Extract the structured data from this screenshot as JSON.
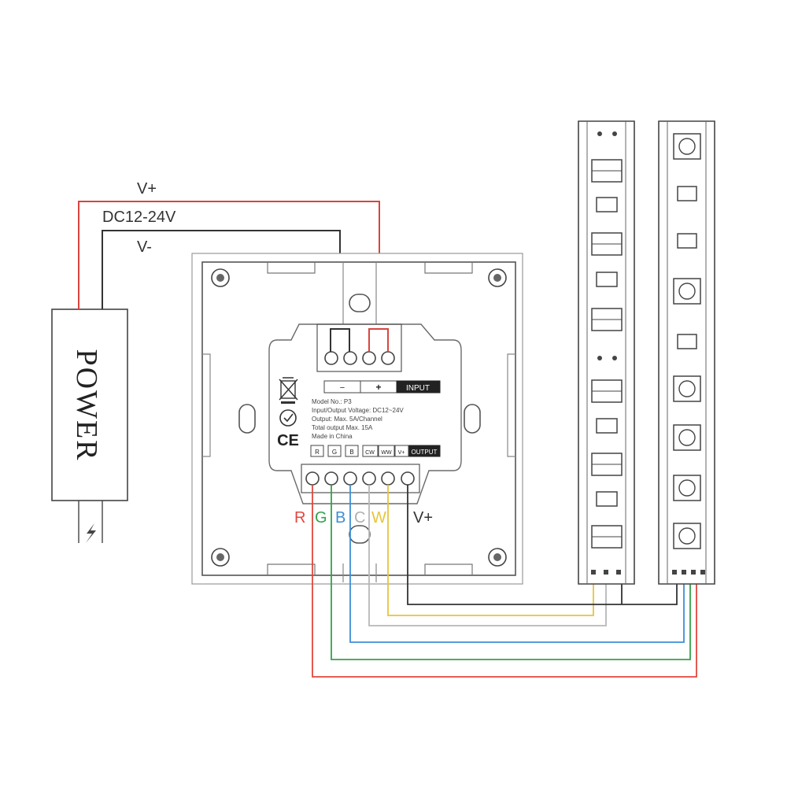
{
  "power_supply": {
    "label": "POWER",
    "wire_labels": {
      "positive": "V+",
      "voltage": "DC12-24V",
      "negative": "V-"
    }
  },
  "controller": {
    "input_labels": [
      "−",
      "+",
      "INPUT"
    ],
    "info_lines": [
      "Model No.: P3",
      "Input/Output Voltage: DC12~24V",
      "Output: Max. 5A/Channel",
      "Total output Max. 15A",
      "Made in China"
    ],
    "output_labels": [
      "R",
      "G",
      "B",
      "CW",
      "WW",
      "V+",
      "OUTPUT"
    ],
    "ce_mark": "CE",
    "channel_labels": [
      "R",
      "G",
      "B",
      "C",
      "W"
    ],
    "vplus_label": "V+"
  },
  "colors": {
    "red": "#e0483e",
    "green": "#33a24a",
    "blue": "#3d8fd6",
    "cold_white": "#b8b8b8",
    "warm_white": "#e8c43a",
    "vplus": "#333333",
    "mains_red": "#d8453e"
  },
  "icons": [
    "weee-bin-icon",
    "approval-mark-icon",
    "lightning-icon",
    "led-chip-icon",
    "resistor-icon"
  ]
}
